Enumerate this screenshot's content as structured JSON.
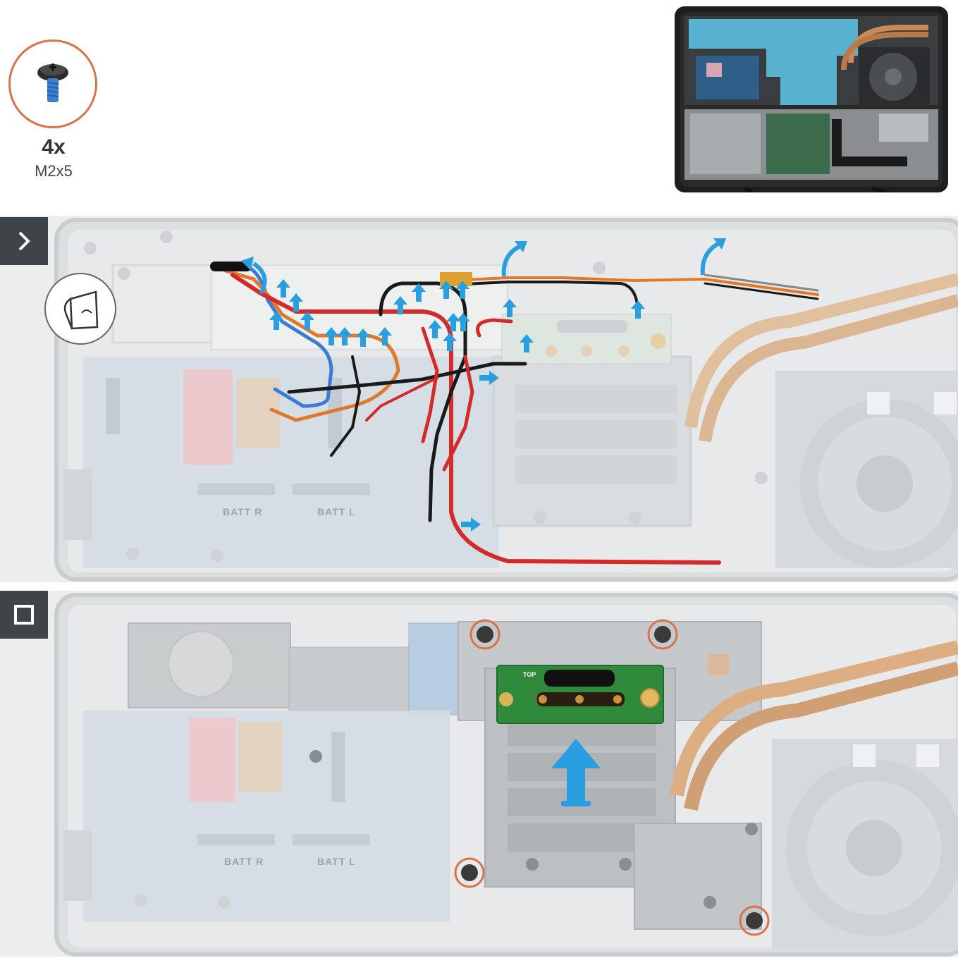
{
  "legend": {
    "screw_count": "4x",
    "screw_size": "M2x5"
  },
  "step1": {
    "icon": "chevron-right-icon",
    "board_labels": [
      "BATT R",
      "BATT L"
    ],
    "tip_icon": "tape-peel-icon"
  },
  "step2": {
    "icon": "square-icon",
    "board_labels": [
      "BATT R",
      "BATT L"
    ],
    "pcb_label_top": "TOP"
  },
  "colors": {
    "screw_highlight": "#d9734a",
    "arrow_blue": "#2a9fe0",
    "cable_red": "#d42a2a",
    "cable_black": "#1a1a1a",
    "cable_blue": "#3a7bd5",
    "cable_orange": "#e07a2a",
    "heatpipe": "#c98a55",
    "step_badge": "#3f4448"
  }
}
